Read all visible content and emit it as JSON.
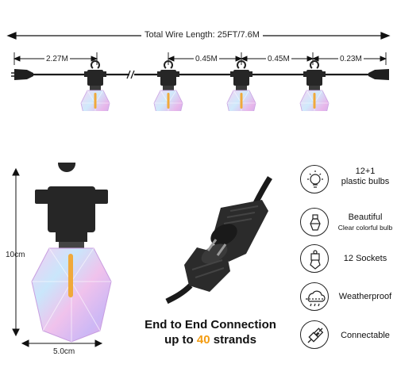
{
  "dimensions": {
    "total_length": "Total Wire Length: 25FT/7.6M",
    "first_spacing": "2.27M",
    "bulb_spacing_a": "0.45M",
    "bulb_spacing_b": "0.45M",
    "end_spacing": "0.23M",
    "bulb_height": "10cm",
    "bulb_width": "5.0cm"
  },
  "connection": {
    "line1": "End to End Connection",
    "line2_prefix": "up to",
    "line2_number": "40",
    "line2_suffix": "strands"
  },
  "features": [
    {
      "icon": "bulb-icon",
      "line1": "12+1",
      "line2": "plastic bulbs"
    },
    {
      "icon": "colorful-bulb-icon",
      "line1": "Beautiful",
      "line2": "Clear colorful bulb"
    },
    {
      "icon": "socket-icon",
      "line1": "12 Sockets",
      "line2": ""
    },
    {
      "icon": "weatherproof-icon",
      "line1": "Weatherproof",
      "line2": ""
    },
    {
      "icon": "plug-icon",
      "line1": "Connectable",
      "line2": ""
    }
  ],
  "colors": {
    "accent": "#f39c12",
    "socket": "#2a2a2a",
    "bulb_pink": "#e7a6e6",
    "bulb_blue": "#a9d7f2",
    "filament": "#f0a93a"
  }
}
